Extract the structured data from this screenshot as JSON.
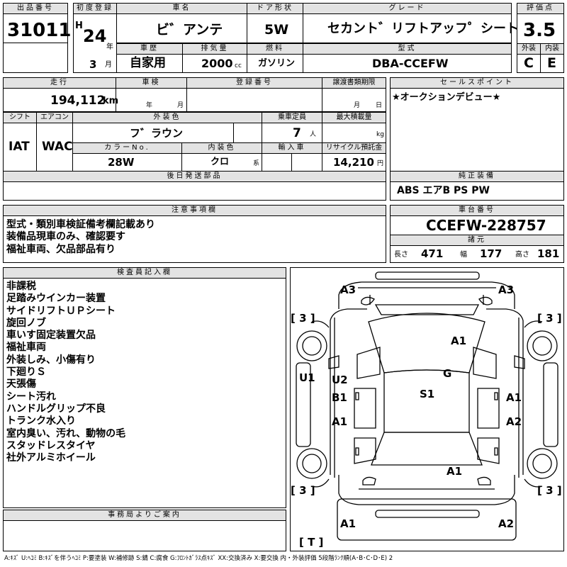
{
  "header": {
    "lot_no_label": "出品番号",
    "lot_no": "31011",
    "first_reg_label": "初度登録",
    "era": "H",
    "reg_year": "24",
    "year_unit": "年",
    "reg_month": "3",
    "month_unit": "月",
    "car_name_label": "車名",
    "car_name": "ビ゛アンテ",
    "door_label": "ドア形状",
    "door": "5W",
    "grade_label": "グレード",
    "grade": "セカント゛リフトアッフ゜シート",
    "score_label": "評価点",
    "score": "3.5",
    "exterior_label": "外装",
    "exterior": "C",
    "interior_label": "内装",
    "interior": "E",
    "history_label": "車歴",
    "history": "自家用",
    "displacement_label": "排気量",
    "displacement": "2000",
    "cc_unit": "cc",
    "fuel_label": "燃料",
    "fuel": "ガソリン",
    "model_label": "型式",
    "model": "DBA-CCEFW"
  },
  "details": {
    "mileage_label": "走行",
    "mileage": "194,112",
    "mileage_unit": "km",
    "inspection_label": "車検",
    "inspection_year_unit": "年",
    "inspection_month_unit": "月",
    "reg_no_label": "登録番号",
    "transfer_label": "譲渡書類期限",
    "transfer_month_unit": "月",
    "transfer_day_unit": "日",
    "sales_point_label": "セールスポイント",
    "sales_point": "★オークションデビュー★",
    "shift_label": "シフト",
    "shift": "IAT",
    "aircon_label": "エアコン",
    "aircon": "WAC",
    "ext_color_label": "外装色",
    "ext_color": "フ゛ラウン",
    "capacity_label": "乗車定員",
    "capacity": "7",
    "capacity_unit": "人",
    "max_load_label": "最大積載量",
    "max_load_unit": "kg",
    "color_no_label": "カラーNo.",
    "color_no": "28W",
    "int_color_label": "内装色",
    "int_color": "クロ",
    "int_color_unit": "系",
    "import_label": "輸入車",
    "recycle_label": "リサイクル預託金",
    "recycle": "14,210",
    "recycle_unit": "円",
    "later_parts_label": "後日発送部品",
    "equipment_label": "純正装備",
    "equipment": "ABS エアB PS PW"
  },
  "notes": {
    "caution_label": "注意事項欄",
    "caution_lines": [
      "型式・類別車検証備考欄記載あり",
      "装備品現車のみ、確認要す",
      "福祉車両、欠品部品有り"
    ],
    "chassis_label": "車台番号",
    "chassis": "CCEFW-228757",
    "dims_label": "諸元",
    "length_label": "長さ",
    "length": "471",
    "width_label": "幅",
    "width": "177",
    "height_label": "高さ",
    "height": "181"
  },
  "inspector": {
    "label": "検査員記入欄",
    "lines": [
      "非課税",
      "足踏みウインカー装置",
      "サイドリフトＵＰシート",
      "旋回ノブ",
      "車いす固定装置欠品",
      "福祉車両",
      "外装しみ、小傷有り",
      "下廻りＳ",
      "天張傷",
      "シート汚れ",
      "ハンドルグリップ不良",
      "トランク水入り",
      "室内臭い、汚れ、動物の毛",
      "スタッドレスタイヤ",
      "社外アルミホイール"
    ]
  },
  "office_label": "事務局よりご案内",
  "diagram": {
    "tyre_fl": "[ 3 ]",
    "tyre_fr": "[ 3 ]",
    "tyre_rl": "[ 3 ]",
    "tyre_rr": "[ 3 ]",
    "spare": "[ T ]",
    "a3_left": "A3",
    "a3_right": "A3",
    "hood": "A1",
    "roof": "G",
    "seat": "S1",
    "left_u1": "U1",
    "left_u2": "U2",
    "left_b1": "B1",
    "left_a1": "A1",
    "right_a1": "A1",
    "right_a2": "A2",
    "rear_panel": "A1",
    "rear_left": "A1",
    "rear_right": "A2"
  },
  "legend": "A:ｷｽﾞ U:ﾍｺﾐ B:ｷｽﾞを伴うﾍｺﾐ P:要塗装 W:補修跡 S:錆 C:腐食 G:ﾌﾛﾝﾄｶﾞﾗｽ点ｷｽﾞ XX:交換済み X:要交換 内・外装評価 5段階ﾗﾝｸ順(A･B･C･D･E) 2"
}
